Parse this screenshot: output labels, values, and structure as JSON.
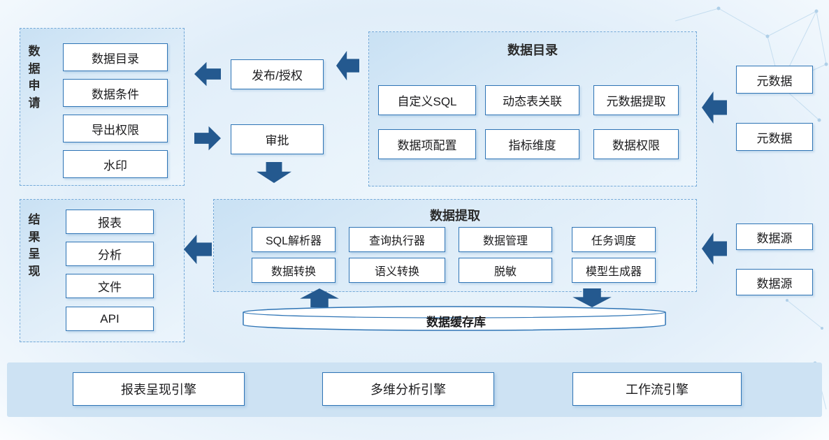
{
  "panels": {
    "data_application": {
      "title": "数据申请",
      "items": [
        "数据目录",
        "数据条件",
        "导出权限",
        "水印"
      ]
    },
    "data_catalog": {
      "title": "数据目录",
      "items": [
        "自定义SQL",
        "动态表关联",
        "元数据提取",
        "数据项配置",
        "指标维度",
        "数据权限"
      ]
    },
    "result_presentation": {
      "title": "结果呈现",
      "items": [
        "报表",
        "分析",
        "文件",
        "API"
      ]
    },
    "data_extraction": {
      "title": "数据提取",
      "items": [
        "SQL解析器",
        "查询执行器",
        "数据管理",
        "任务调度",
        "数据转换",
        "语义转换",
        "脱敏",
        "模型生成器"
      ]
    }
  },
  "flow": {
    "publish": "发布/授权",
    "approval": "审批"
  },
  "external": {
    "metadata": [
      "元数据",
      "元数据"
    ],
    "datasource": [
      "数据源",
      "数据源"
    ]
  },
  "cache": {
    "label": "数据缓存库"
  },
  "engines": [
    "报表呈现引擎",
    "多维分析引擎",
    "工作流引擎"
  ],
  "colors": {
    "arrow": "#24598f",
    "box_border": "#2e74b5",
    "panel_border": "#74a9d8",
    "band": "#cde2f3",
    "panel_fill": "#d3e7f7"
  }
}
